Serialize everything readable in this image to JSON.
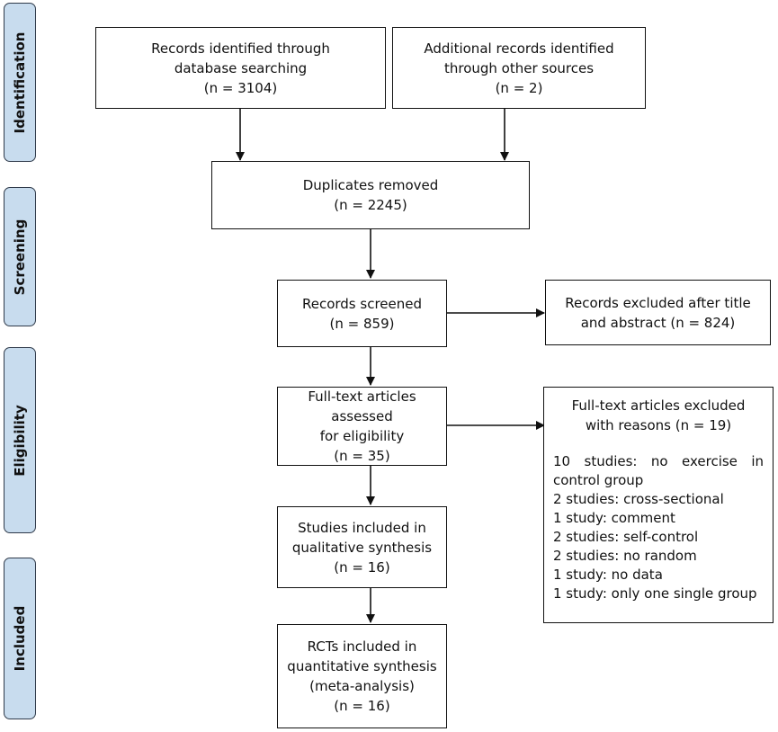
{
  "phases": {
    "identification": "Identification",
    "screening": "Screening",
    "eligibility": "Eligibility",
    "included": "Included"
  },
  "boxes": {
    "database": {
      "line1": "Records identified through",
      "line2": "database searching",
      "count": "(n = 3104)"
    },
    "other_sources": {
      "line1": "Additional records identified",
      "line2": "through other sources",
      "count": "(n = 2)"
    },
    "duplicates": {
      "line1": "Duplicates removed",
      "count": "(n = 2245)"
    },
    "screened": {
      "line1": "Records screened",
      "count": "(n = 859)"
    },
    "excluded_title": {
      "line1": "Records excluded after title",
      "line2": "and abstract (n = 824)"
    },
    "fulltext": {
      "line1": "Full-text articles assessed",
      "line2": "for eligibility",
      "count": "(n = 35)"
    },
    "fulltext_excluded": {
      "line1": "Full-text articles excluded",
      "line2": "with reasons (n = 19)",
      "reasons": [
        "10 studies: no exercise in",
        "control group",
        "2 studies: cross-sectional",
        "1 study: comment",
        "2 studies: self-control",
        "2 studies: no random",
        "1 study: no data",
        "1 study: only one single group"
      ]
    },
    "qualitative": {
      "line1": "Studies included in",
      "line2": "qualitative synthesis",
      "count": "(n = 16)"
    },
    "quantitative": {
      "line1": "RCTs included in",
      "line2": "quantitative synthesis",
      "line3": "(meta-analysis)",
      "count": "(n = 16)"
    }
  },
  "colors": {
    "phase_fill": "#c8dcee",
    "phase_border": "#2f3a4a",
    "line": "#111111"
  }
}
